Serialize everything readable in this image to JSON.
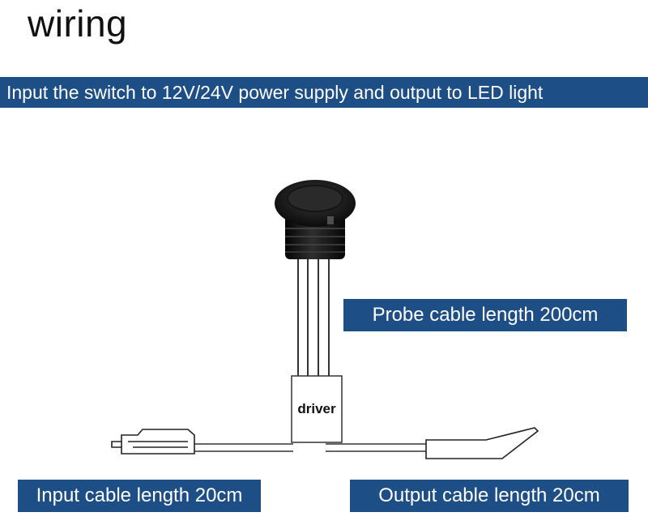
{
  "title": "wiring",
  "banner_text": "Input the switch to 12V/24V power supply and output to LED light",
  "labels": {
    "probe": "Probe cable length 200cm",
    "driver": "driver",
    "input": "Input cable length 20cm",
    "output": "Output cable length 20cm"
  },
  "colors": {
    "banner": "#1d4e86",
    "sensor": "#1a1a1a"
  }
}
